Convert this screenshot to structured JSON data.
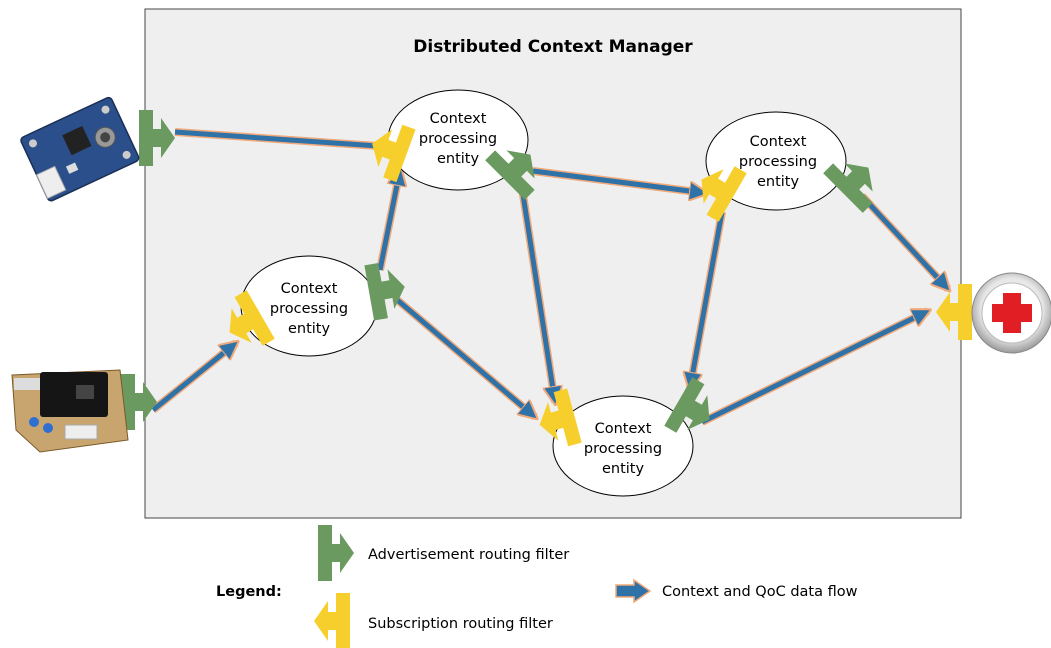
{
  "title": "Distributed Context Manager",
  "entity_label_lines": [
    "Context",
    "processing",
    "entity"
  ],
  "legend": {
    "heading": "Legend:",
    "advertisement": "Advertisement routing filter",
    "subscription": "Subscription routing filter",
    "flow": "Context and QoC data flow"
  },
  "colors": {
    "advertisement": "#6a9a5f",
    "subscription": "#f7cf2c",
    "flow": "#2f72a8",
    "flow_border": "#f1a97a",
    "panel": "#efefef"
  },
  "icons": {
    "sensor_top": "sensor-board-icon",
    "sensor_bottom": "dust-sensor-icon",
    "consumer": "medical-cross-icon"
  }
}
